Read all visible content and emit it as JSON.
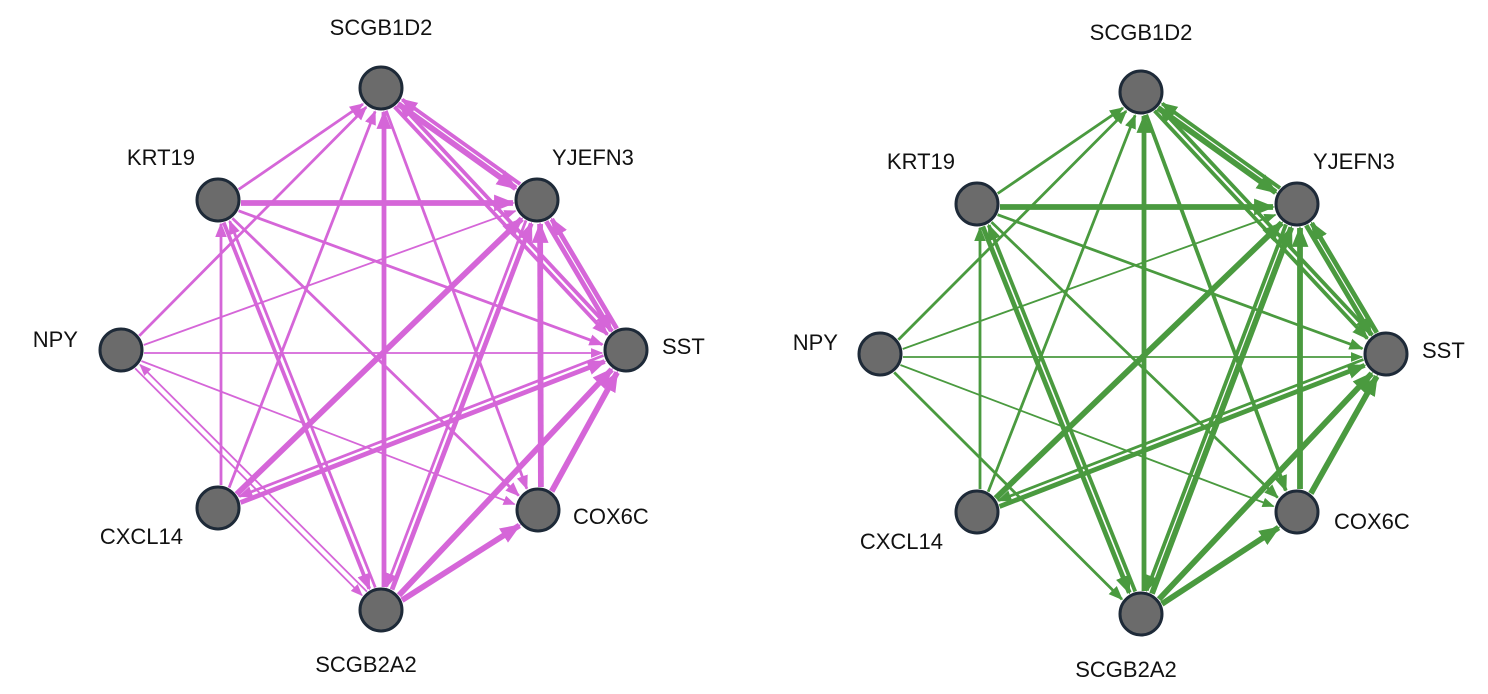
{
  "diagram": {
    "type": "directed-network",
    "panels": [
      {
        "id": "left",
        "edge_color": "#d566d8",
        "nodes": [
          "SCGB1D2",
          "YJEFN3",
          "SST",
          "COX6C",
          "SCGB2A2",
          "CXCL14",
          "NPY",
          "KRT19"
        ],
        "edges": [
          {
            "from": "KRT19",
            "to": "SCGB1D2",
            "weight": 2
          },
          {
            "from": "NPY",
            "to": "SCGB1D2",
            "weight": 2
          },
          {
            "from": "CXCL14",
            "to": "SCGB1D2",
            "weight": 2
          },
          {
            "from": "SCGB2A2",
            "to": "SCGB1D2",
            "weight": 4
          },
          {
            "from": "SCGB1D2",
            "to": "YJEFN3",
            "weight": 5
          },
          {
            "from": "YJEFN3",
            "to": "SCGB1D2",
            "weight": 3
          },
          {
            "from": "SCGB1D2",
            "to": "SST",
            "weight": 3
          },
          {
            "from": "SST",
            "to": "SCGB1D2",
            "weight": 3
          },
          {
            "from": "SCGB1D2",
            "to": "COX6C",
            "weight": 2
          },
          {
            "from": "KRT19",
            "to": "YJEFN3",
            "weight": 5
          },
          {
            "from": "KRT19",
            "to": "SST",
            "weight": 2
          },
          {
            "from": "KRT19",
            "to": "COX6C",
            "weight": 2
          },
          {
            "from": "KRT19",
            "to": "SCGB2A2",
            "weight": 3
          },
          {
            "from": "SCGB2A2",
            "to": "KRT19",
            "weight": 2
          },
          {
            "from": "NPY",
            "to": "YJEFN3",
            "weight": 1
          },
          {
            "from": "NPY",
            "to": "SST",
            "weight": 1
          },
          {
            "from": "NPY",
            "to": "COX6C",
            "weight": 1
          },
          {
            "from": "NPY",
            "to": "SCGB2A2",
            "weight": 1
          },
          {
            "from": "SCGB2A2",
            "to": "NPY",
            "weight": 1
          },
          {
            "from": "CXCL14",
            "to": "YJEFN3",
            "weight": 5
          },
          {
            "from": "CXCL14",
            "to": "SST",
            "weight": 4
          },
          {
            "from": "SST",
            "to": "CXCL14",
            "weight": 2
          },
          {
            "from": "CXCL14",
            "to": "KRT19",
            "weight": 2
          },
          {
            "from": "SCGB2A2",
            "to": "YJEFN3",
            "weight": 4
          },
          {
            "from": "SCGB2A2",
            "to": "SST",
            "weight": 5
          },
          {
            "from": "SCGB2A2",
            "to": "COX6C",
            "weight": 5
          },
          {
            "from": "COX6C",
            "to": "YJEFN3",
            "weight": 5
          },
          {
            "from": "COX6C",
            "to": "SST",
            "weight": 5
          },
          {
            "from": "YJEFN3",
            "to": "SST",
            "weight": 4
          },
          {
            "from": "SST",
            "to": "YJEFN3",
            "weight": 4
          },
          {
            "from": "YJEFN3",
            "to": "SCGB2A2",
            "weight": 2
          }
        ]
      },
      {
        "id": "right",
        "edge_color": "#4a9a3f",
        "nodes": [
          "SCGB1D2",
          "YJEFN3",
          "SST",
          "COX6C",
          "SCGB2A2",
          "CXCL14",
          "NPY",
          "KRT19"
        ],
        "edges": [
          {
            "from": "KRT19",
            "to": "SCGB1D2",
            "weight": 2
          },
          {
            "from": "NPY",
            "to": "SCGB1D2",
            "weight": 2
          },
          {
            "from": "CXCL14",
            "to": "SCGB1D2",
            "weight": 2
          },
          {
            "from": "SCGB2A2",
            "to": "SCGB1D2",
            "weight": 4
          },
          {
            "from": "SCGB1D2",
            "to": "YJEFN3",
            "weight": 5
          },
          {
            "from": "YJEFN3",
            "to": "SCGB1D2",
            "weight": 3
          },
          {
            "from": "SCGB1D2",
            "to": "SST",
            "weight": 3
          },
          {
            "from": "SST",
            "to": "SCGB1D2",
            "weight": 3
          },
          {
            "from": "SCGB1D2",
            "to": "COX6C",
            "weight": 3
          },
          {
            "from": "KRT19",
            "to": "YJEFN3",
            "weight": 5
          },
          {
            "from": "KRT19",
            "to": "SST",
            "weight": 2
          },
          {
            "from": "KRT19",
            "to": "COX6C",
            "weight": 2
          },
          {
            "from": "KRT19",
            "to": "SCGB2A2",
            "weight": 4
          },
          {
            "from": "SCGB2A2",
            "to": "KRT19",
            "weight": 3
          },
          {
            "from": "NPY",
            "to": "YJEFN3",
            "weight": 1
          },
          {
            "from": "NPY",
            "to": "SST",
            "weight": 1
          },
          {
            "from": "NPY",
            "to": "COX6C",
            "weight": 1
          },
          {
            "from": "NPY",
            "to": "SCGB2A2",
            "weight": 2
          },
          {
            "from": "CXCL14",
            "to": "YJEFN3",
            "weight": 5
          },
          {
            "from": "CXCL14",
            "to": "SST",
            "weight": 4
          },
          {
            "from": "SST",
            "to": "CXCL14",
            "weight": 2
          },
          {
            "from": "CXCL14",
            "to": "KRT19",
            "weight": 2
          },
          {
            "from": "SCGB2A2",
            "to": "YJEFN3",
            "weight": 5
          },
          {
            "from": "SCGB2A2",
            "to": "SST",
            "weight": 5
          },
          {
            "from": "SCGB2A2",
            "to": "COX6C",
            "weight": 5
          },
          {
            "from": "COX6C",
            "to": "YJEFN3",
            "weight": 5
          },
          {
            "from": "COX6C",
            "to": "SST",
            "weight": 5
          },
          {
            "from": "YJEFN3",
            "to": "SST",
            "weight": 4
          },
          {
            "from": "SST",
            "to": "YJEFN3",
            "weight": 4
          },
          {
            "from": "YJEFN3",
            "to": "SCGB2A2",
            "weight": 3
          }
        ]
      }
    ]
  }
}
